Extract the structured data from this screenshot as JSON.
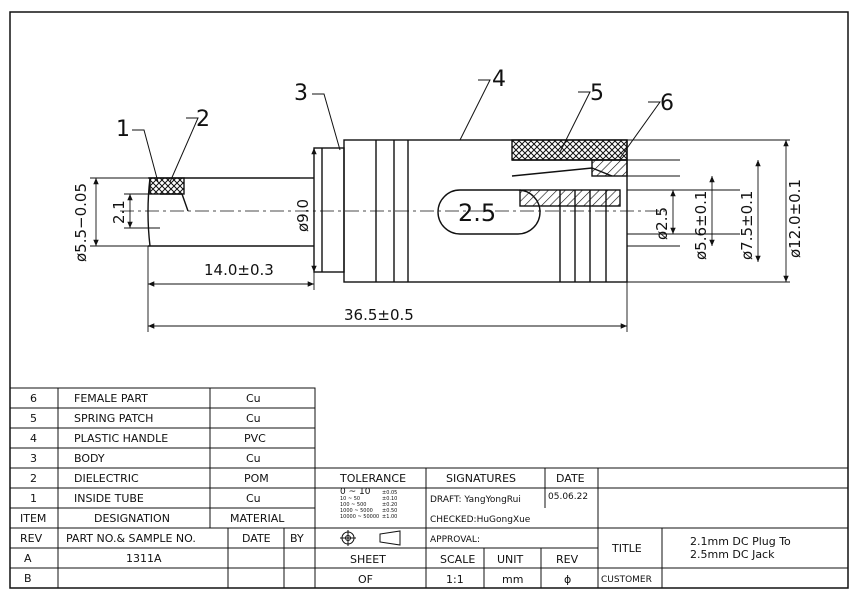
{
  "dimensions": {
    "d_5_5": "ø5.5−0.05",
    "d_2_1": "2.1",
    "d_9_0": "ø9.0",
    "len_14": "14.0±0.3",
    "len_36_5": "36.5±0.5",
    "center_2_5": "2.5",
    "d_2_5": "ø2.5",
    "d_5_6": "ø5.6±0.1",
    "d_7_5": "ø7.5±0.1",
    "d_12": "ø12.0±0.1"
  },
  "callouts": [
    "1",
    "2",
    "3",
    "4",
    "5",
    "6"
  ],
  "bom": {
    "rows": [
      {
        "item": "6",
        "designation": "FEMALE PART",
        "material": "Cu"
      },
      {
        "item": "5",
        "designation": "SPRING PATCH",
        "material": "Cu"
      },
      {
        "item": "4",
        "designation": "PLASTIC HANDLE",
        "material": "PVC"
      },
      {
        "item": "3",
        "designation": "BODY",
        "material": "Cu"
      },
      {
        "item": "2",
        "designation": "DIELECTRIC",
        "material": "POM"
      },
      {
        "item": "1",
        "designation": "INSIDE TUBE",
        "material": "Cu"
      }
    ],
    "header": {
      "item": "ITEM",
      "designation": "DESIGNATION",
      "material": "MATERIAL"
    }
  },
  "revision": {
    "header": {
      "rev": "REV",
      "part": "PART NO.& SAMPLE NO.",
      "date": "DATE",
      "by": "BY"
    },
    "rows": [
      {
        "rev": "A",
        "part": "1311A",
        "date": "",
        "by": ""
      },
      {
        "rev": "B",
        "part": "",
        "date": "",
        "by": ""
      }
    ]
  },
  "tolerance": {
    "label": "TOLERANCE",
    "ranges": [
      "0 ~ 10",
      "10 ~ 50",
      "100 ~ 500",
      "1000 ~ 5000",
      "10000 ~ 50000"
    ],
    "values": [
      "±0.05",
      "±0.10",
      "±0.20",
      "±0.50",
      "±1.00"
    ],
    "sheet_label": "SHEET",
    "sheet_value": "OF"
  },
  "signatures": {
    "label": "SIGNATURES",
    "date_label": "DATE",
    "draft": "DRAFT: YangYongRui",
    "draft_date": "05.06.22",
    "checked": "CHECKED:HuGongXue",
    "approval": "APPROVAL:",
    "scale_label": "SCALE",
    "scale_value": "1:1",
    "unit_label": "UNIT",
    "unit_value": "mm",
    "rev_label": "REV",
    "rev_value": "ϕ"
  },
  "title_block": {
    "title_label": "TITLE",
    "title_line1": "2.1mm DC Plug To",
    "title_line2": "2.5mm DC Jack",
    "customer_label": "CUSTOMER"
  }
}
